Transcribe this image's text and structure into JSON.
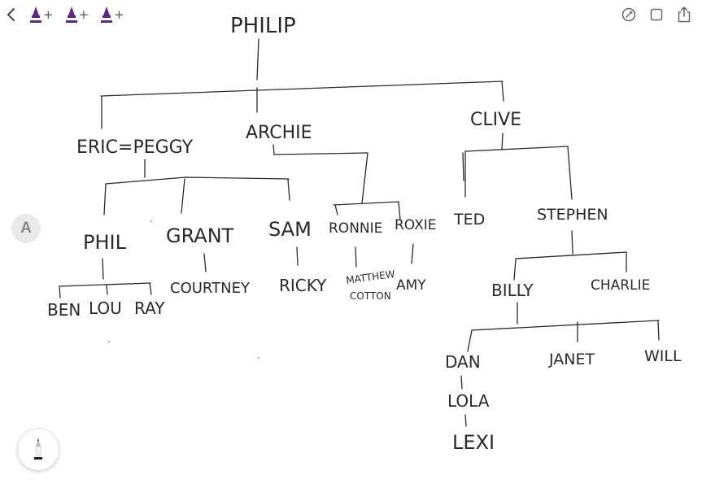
{
  "toolbar": {
    "back_icon": "chevron-left-icon",
    "pen_tools": [
      {
        "icon": "pen-icon",
        "color": "#5a2a86",
        "plus": "+"
      },
      {
        "icon": "pen-icon",
        "color": "#5a2a86",
        "plus": "+"
      },
      {
        "icon": "pen-icon",
        "color": "#5a2a86",
        "plus": "+"
      }
    ],
    "right_icons": [
      "markup-icon",
      "square-icon",
      "share-icon"
    ]
  },
  "side": {
    "avatar_letter": "A",
    "pencil_icon": "pencil-icon"
  },
  "tree": {
    "philip": "PHILIP",
    "eric_peggy": "ERIC=PEGGY",
    "archie": "ARCHIE",
    "clive": "CLIVE",
    "phil": "PHIL",
    "grant": "GRANT",
    "sam": "SAM",
    "ronnie": "RONNIE",
    "roxie": "ROXIE",
    "ted": "TED",
    "stephen": "STEPHEN",
    "ben": "BEN",
    "lou": "LOU",
    "ray": "RAY",
    "courtney": "COURTNEY",
    "ricky": "RICKY",
    "matthew": "MATTHEW",
    "cotton": "COTTON",
    "amy": "AMY",
    "billy": "BILLY",
    "charlie": "CHARLIE",
    "dan": "DAN",
    "janet": "JANET",
    "will": "WILL",
    "lola": "LOLA",
    "lexi": "LEXI"
  }
}
